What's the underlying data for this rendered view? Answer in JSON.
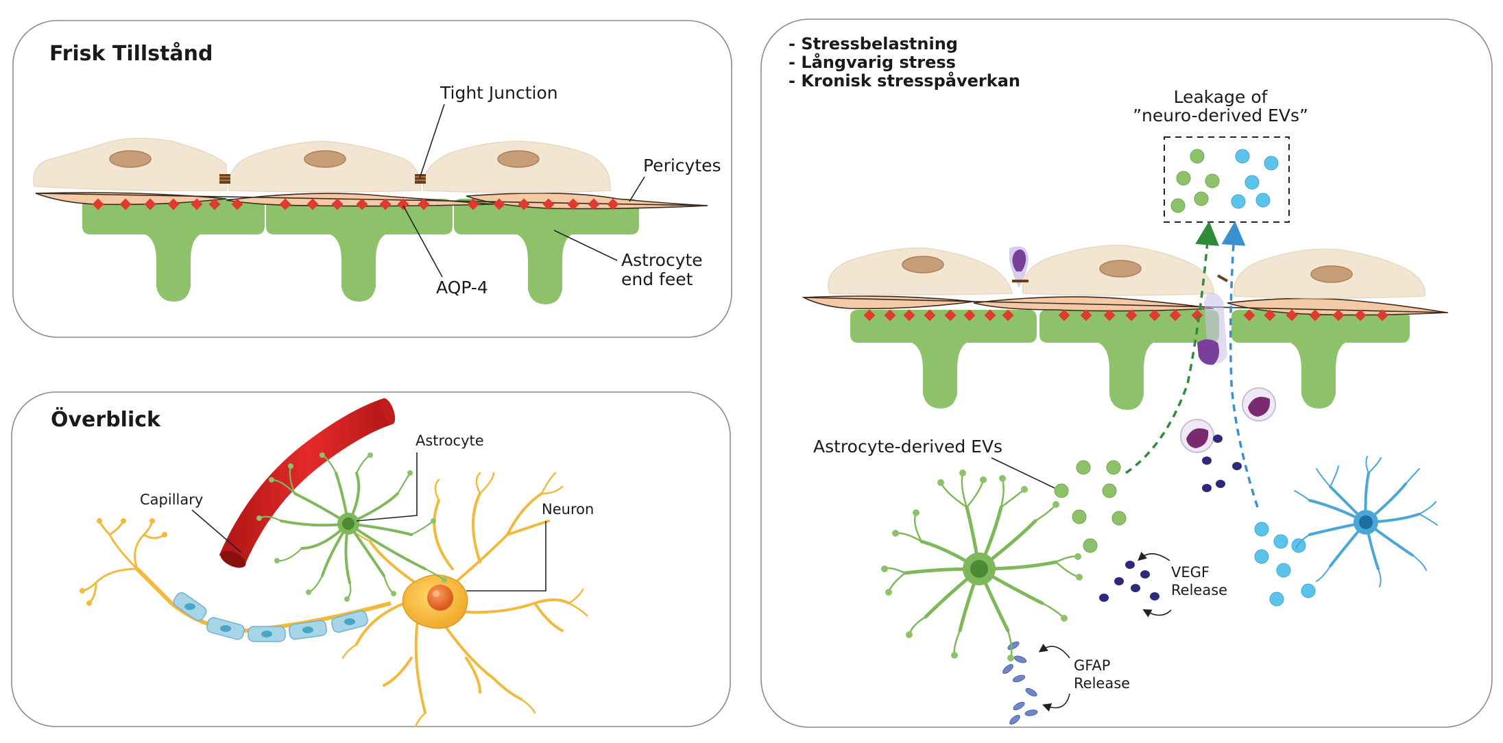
{
  "panels": {
    "healthy": {
      "title": "Frisk Tillstånd",
      "labels": {
        "tight_junction": "Tight Junction",
        "pericytes": "Pericytes",
        "aqp4": "AQP-4",
        "astrocyte_end_feet_line1": "Astrocyte",
        "astrocyte_end_feet_line2": "end feet"
      }
    },
    "overview": {
      "title": "Överblick",
      "labels": {
        "capillary": "Capillary",
        "astrocyte": "Astrocyte",
        "neuron": "Neuron"
      }
    },
    "stress": {
      "bullets": [
        "- Stressbelastning",
        "- Långvarig stress",
        "- Kronisk stresspåverkan"
      ],
      "leakage_line1": "Leakage of",
      "leakage_line2": "”neuro-derived EVs”",
      "astrocyte_evs": "Astrocyte-derived EVs",
      "vegf_line1": "VEGF",
      "vegf_line2": "Release",
      "gfap_line1": "GFAP",
      "gfap_line2": "Release"
    }
  },
  "colors": {
    "endothelium": "#f2e6d2",
    "pericyte": "#f3c9a6",
    "astrocyte_foot": "#8dc26b",
    "aqp4": "#e03a2f",
    "capillary": "#d7201f",
    "neuron": "#f2b93c",
    "astrocyte_green_ev": "#8dc26b",
    "neuro_blue_ev": "#5cc3ea",
    "vegf": "#2e2a7a",
    "gfap": "#6f86c9",
    "immune_cell": "#7a2a6e"
  },
  "icons": [
    "astrocyte-cell",
    "neuron-cell",
    "capillary-vessel",
    "immune-cell",
    "extracellular-vesicle"
  ]
}
